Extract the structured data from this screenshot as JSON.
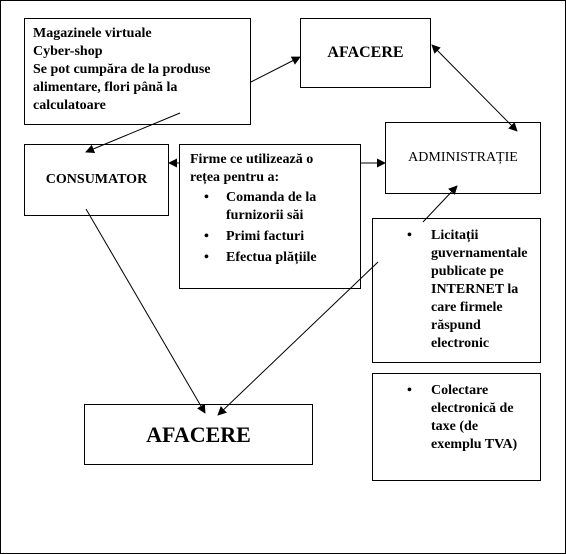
{
  "shop_box": {
    "lines": [
      "Magazinele virtuale",
      "Cyber-shop",
      "Se pot cumpăra de la produse",
      "alimentare, flori până la",
      "calculatoare"
    ]
  },
  "afacere_top": {
    "label": "AFACERE"
  },
  "consumator": {
    "label": "CONSUMATOR"
  },
  "firme_box": {
    "intro_1": "Firme ce utilizează o",
    "intro_2": "rețea pentru a:",
    "items": [
      "Comanda de la furnizorii săi",
      "Primi facturi",
      "Efectua plățiile"
    ]
  },
  "administratie": {
    "label": "ADMINISTRAȚIE"
  },
  "licitatii_box": {
    "items": [
      "Licitații guvernamentale publicate pe INTERNET la care firmele răspund electronic"
    ]
  },
  "taxe_box": {
    "items": [
      "Colectare electronică de taxe (de exemplu TVA)"
    ]
  },
  "afacere_bottom": {
    "label": "AFACERE"
  },
  "bullet_glyph": "•"
}
